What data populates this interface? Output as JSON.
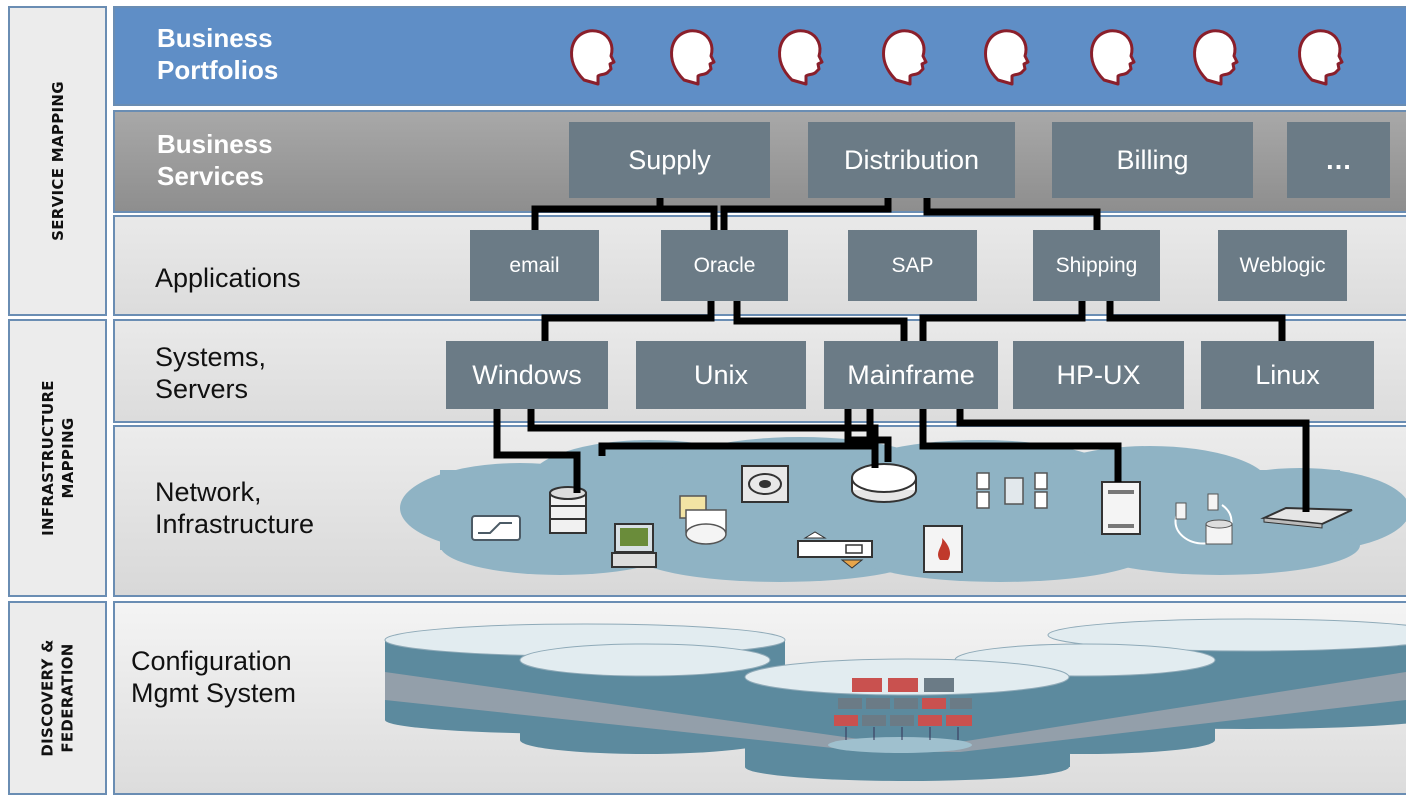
{
  "side_labels": {
    "service_mapping": "SERVICE MAPPING",
    "infrastructure_mapping_1": "INFRASTRUCTURE",
    "infrastructure_mapping_2": "MAPPING",
    "discovery_1": "DISCOVERY &",
    "discovery_2": "FEDERATION"
  },
  "layers": {
    "portfolios_1": "Business",
    "portfolios_2": "Portfolios",
    "services_1": "Business",
    "services_2": "Services",
    "applications": "Applications",
    "systems_1": "Systems,",
    "systems_2": "Servers",
    "network_1": "Network,",
    "network_2": "Infrastructure",
    "cms_1": "Configuration",
    "cms_2": "Mgmt System"
  },
  "services": [
    "Supply",
    "Distribution",
    "Billing",
    "…"
  ],
  "applications": [
    "email",
    "Oracle",
    "SAP",
    "Shipping",
    "Weblogic"
  ],
  "systems": [
    "Windows",
    "Unix",
    "Mainframe",
    "HP-UX",
    "Linux"
  ],
  "portfolio_icons": [
    "head-icon",
    "head-icon",
    "head-icon",
    "head-icon",
    "head-icon",
    "head-icon",
    "head-icon",
    "head-icon"
  ],
  "network_icons": [
    "router-icon",
    "database-icon",
    "terminal-icon",
    "printer-icon",
    "storage-icon",
    "switch-icon",
    "hub-icon",
    "cluster-icon",
    "firewall-icon",
    "server-icon",
    "replication-icon",
    "network-appliance-icon"
  ],
  "colors": {
    "portfolio_band": "#5f8ec6",
    "services_band": "#9a9a9a",
    "box": "#6b7b86",
    "cloud": "#8fb3c4",
    "connector": "#000000",
    "cms_highlight": "#c9514f"
  }
}
